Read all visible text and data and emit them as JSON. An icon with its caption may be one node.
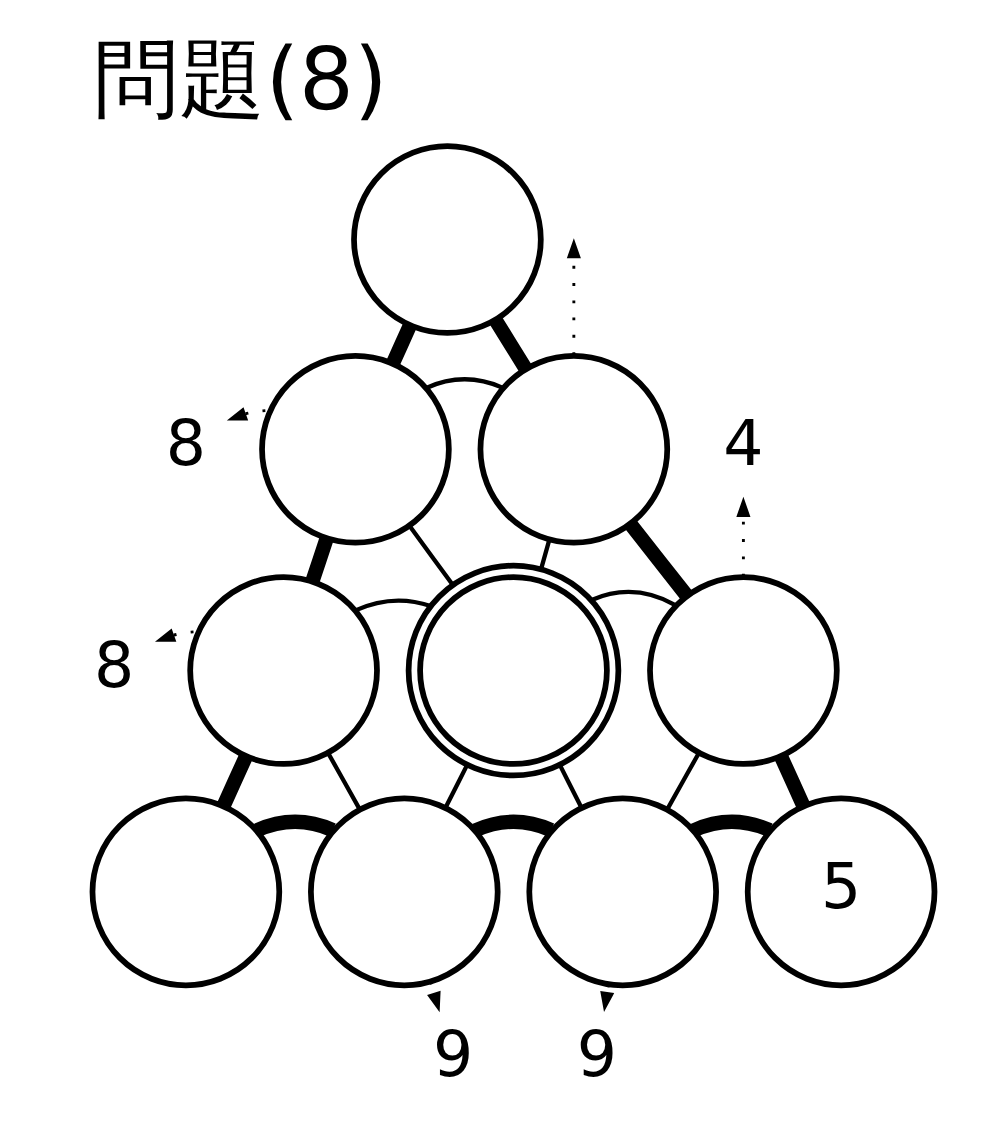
{
  "diagram": {
    "title": "問題(8)",
    "nodes": [
      {
        "text": [],
        "shape": "circle"
      },
      {
        "text": [],
        "shape": "circle"
      },
      {
        "text": [],
        "shape": "circle"
      },
      {
        "text": [],
        "shape": "circle"
      },
      {
        "text": [],
        "shape": "doublecircle"
      },
      {
        "text": [],
        "shape": "circle"
      },
      {
        "text": [],
        "shape": "circle"
      },
      {
        "text": [],
        "shape": "circle"
      },
      {
        "text": [],
        "shape": "circle"
      },
      {
        "text": [
          "5"
        ]
      },
      {
        "text": [
          "8"
        ]
      },
      {
        "text": [
          "4"
        ]
      },
      {
        "text": [
          "8"
        ]
      },
      {
        "text": [
          "9"
        ]
      },
      {
        "text": [
          "9"
        ]
      }
    ],
    "edges": [
      {
        "from": 0,
        "to": 1,
        "arrow": "none",
        "style": "thick"
      },
      {
        "from": 0,
        "to": 2,
        "arrow": "none",
        "style": "thick"
      },
      {
        "from": 1,
        "to": 2,
        "arrow": "none"
      },
      {
        "from": 1,
        "to": 3,
        "arrow": "none",
        "style": "thick"
      },
      {
        "from": 1,
        "to": 4,
        "arrow": "none"
      },
      {
        "from": 2,
        "to": 4,
        "arrow": "none"
      },
      {
        "from": 2,
        "to": 5,
        "arrow": "none",
        "style": "thick"
      },
      {
        "from": 3,
        "to": 4,
        "arrow": "none"
      },
      {
        "from": 4,
        "to": 5,
        "arrow": "none"
      },
      {
        "from": 3,
        "to": 6,
        "arrow": "none",
        "style": "thick"
      },
      {
        "from": 3,
        "to": 7,
        "arrow": "none"
      },
      {
        "from": 4,
        "to": 7,
        "arrow": "none"
      },
      {
        "from": 4,
        "to": 8,
        "arrow": "none"
      },
      {
        "from": 5,
        "to": 8,
        "arrow": "none"
      },
      {
        "from": 5,
        "to": 9,
        "arrow": "none",
        "style": "thick"
      },
      {
        "from": 6,
        "to": 7,
        "arrow": "none",
        "style": "thick"
      },
      {
        "from": 7,
        "to": 8,
        "arrow": "none",
        "style": "thick"
      },
      {
        "from": 8,
        "to": 9,
        "arrow": "none",
        "style": "thick"
      },
      {
        "from": 1,
        "to": 10,
        "arrow": "to",
        "style": "dashed"
      },
      {
        "from": 2,
        "to": null,
        "arrow": "to",
        "style": "dashed"
      },
      {
        "from": 5,
        "to": 11,
        "arrow": "to",
        "style": "dashed"
      },
      {
        "from": 3,
        "to": 12,
        "arrow": "to",
        "style": "dashed"
      },
      {
        "from": 7,
        "to": 13,
        "arrow": "to",
        "style": "dashed"
      },
      {
        "from": 8,
        "to": 14,
        "arrow": "to",
        "style": "dashed"
      }
    ]
  }
}
